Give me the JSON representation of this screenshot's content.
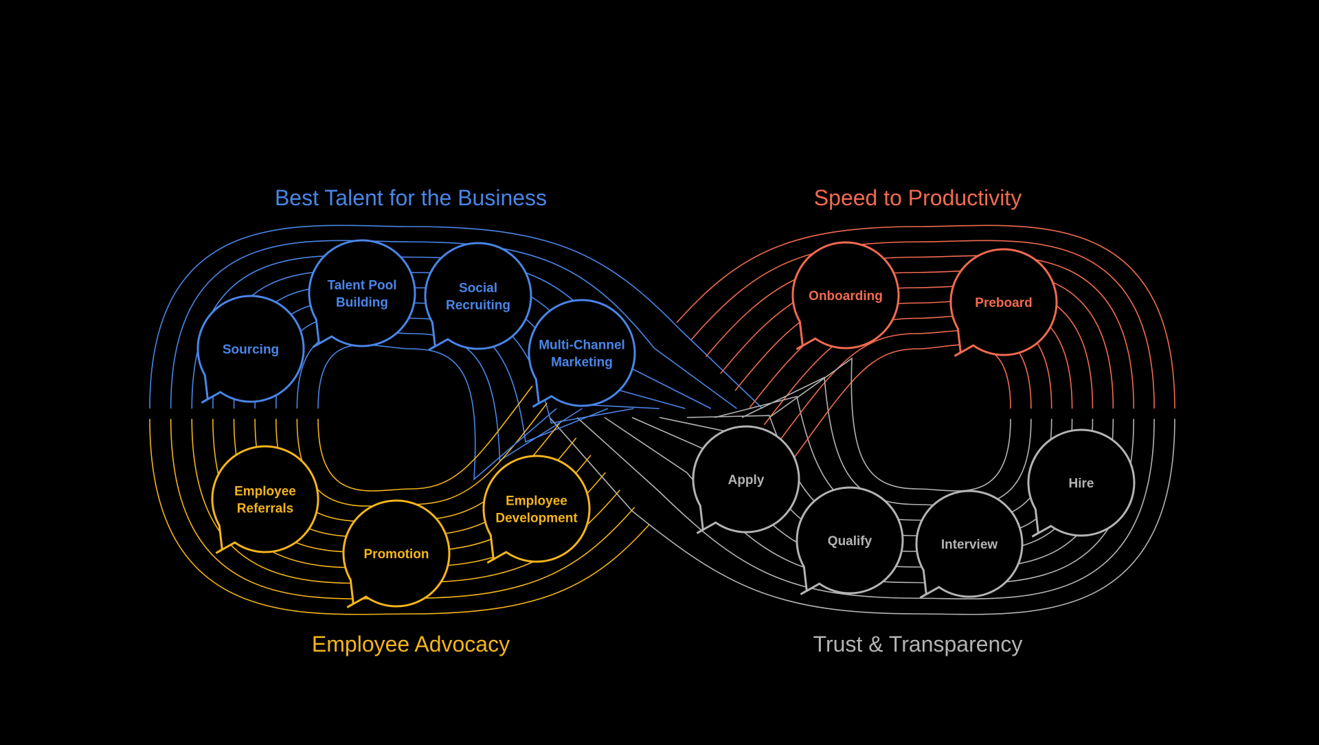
{
  "colors": {
    "background": "#000000",
    "blue": "#4a86e8",
    "orange": "#f26b50",
    "yellow": "#f5b51c",
    "gray": "#b4b4b4"
  },
  "quadrants": {
    "top_left": {
      "title": "Best Talent for the Business",
      "color": "blue"
    },
    "top_right": {
      "title": "Speed to Productivity",
      "color": "orange"
    },
    "bottom_left": {
      "title": "Employee Advocacy",
      "color": "yellow"
    },
    "bottom_right": {
      "title": "Trust & Transparency",
      "color": "gray"
    }
  },
  "stages": [
    {
      "id": "sourcing",
      "lines": [
        "Sourcing"
      ],
      "color": "blue"
    },
    {
      "id": "talent-pool-building",
      "lines": [
        "Talent Pool",
        "Building"
      ],
      "color": "blue"
    },
    {
      "id": "social-recruiting",
      "lines": [
        "Social",
        "Recruiting"
      ],
      "color": "blue"
    },
    {
      "id": "multi-channel-marketing",
      "lines": [
        "Multi-Channel",
        "Marketing"
      ],
      "color": "blue"
    },
    {
      "id": "onboarding",
      "lines": [
        "Onboarding"
      ],
      "color": "orange"
    },
    {
      "id": "preboard",
      "lines": [
        "Preboard"
      ],
      "color": "orange"
    },
    {
      "id": "apply",
      "lines": [
        "Apply"
      ],
      "color": "gray"
    },
    {
      "id": "qualify",
      "lines": [
        "Qualify"
      ],
      "color": "gray"
    },
    {
      "id": "interview",
      "lines": [
        "Interview"
      ],
      "color": "gray"
    },
    {
      "id": "hire",
      "lines": [
        "Hire"
      ],
      "color": "gray"
    },
    {
      "id": "employee-referrals",
      "lines": [
        "Employee",
        "Referrals"
      ],
      "color": "yellow"
    },
    {
      "id": "promotion",
      "lines": [
        "Promotion"
      ],
      "color": "yellow"
    },
    {
      "id": "employee-development",
      "lines": [
        "Employee",
        "Development"
      ],
      "color": "yellow"
    }
  ]
}
